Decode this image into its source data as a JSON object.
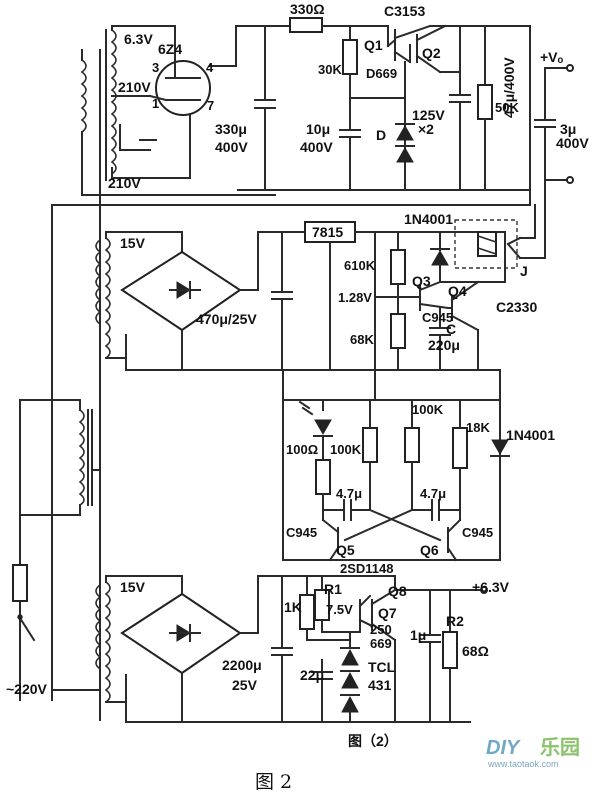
{
  "figure": {
    "caption": "图 2",
    "inner_caption": "图（2）",
    "watermark": {
      "brand_a": "DIY",
      "brand_b": "乐园",
      "url": "www.taotaok.com"
    }
  },
  "labels": {
    "tube_heater": "6.3V",
    "tube": "6Z4",
    "pin3": "3",
    "pin4": "4",
    "pin1": "1",
    "pin7": "7",
    "hv_a": "210V",
    "hv_b": "210V",
    "r_series": "330Ω",
    "q1_part": "C3153",
    "q1": "Q1",
    "q2": "Q2",
    "r30k": "30K",
    "d669": "D669",
    "c_big": "47μ/400V",
    "r50k": "50K",
    "vplus": "+Vₒ",
    "c330a": "330μ",
    "c330b": "400V",
    "c10a": "10μ",
    "c10b": "400V",
    "d_label": "D",
    "zener": "125V",
    "zener_x": "×2",
    "c3a": "3μ",
    "c3b": "400V",
    "t2_v": "15V",
    "reg": "7815",
    "in4001a": "1N4001",
    "relay_j": "J",
    "c470": "470μ/25V",
    "r610": "610K",
    "v128": "1.28V",
    "q3": "Q3",
    "q4": "Q4",
    "c2330": "C2330",
    "c945a": "C945",
    "c_lbl": "C",
    "c220": "220μ",
    "r68k": "68K",
    "r100k_a": "100K",
    "r18k": "18K",
    "in4001b": "1N4001",
    "r100": "100Ω",
    "r100k_b": "100K",
    "c47a": "4.7μ",
    "c47b": "4.7μ",
    "c945b": "C945",
    "q5": "Q5",
    "q6": "Q6",
    "c945c": "C945",
    "t3_v": "15V",
    "r1k": "1K",
    "r1": "R1",
    "sd1148": "2SD1148",
    "q8": "Q8",
    "v63": "+6.3V",
    "v75": "7.5V",
    "q7": "Q7",
    "p250": "250",
    "p669": "669",
    "c1u": "1μ",
    "r2": "R2",
    "r68ohm": "68Ω",
    "c2200a": "2200μ",
    "c2200b": "25V",
    "c22": "22μ",
    "tcl": "TCL",
    "tcl431": "431",
    "mains": "~220V"
  }
}
